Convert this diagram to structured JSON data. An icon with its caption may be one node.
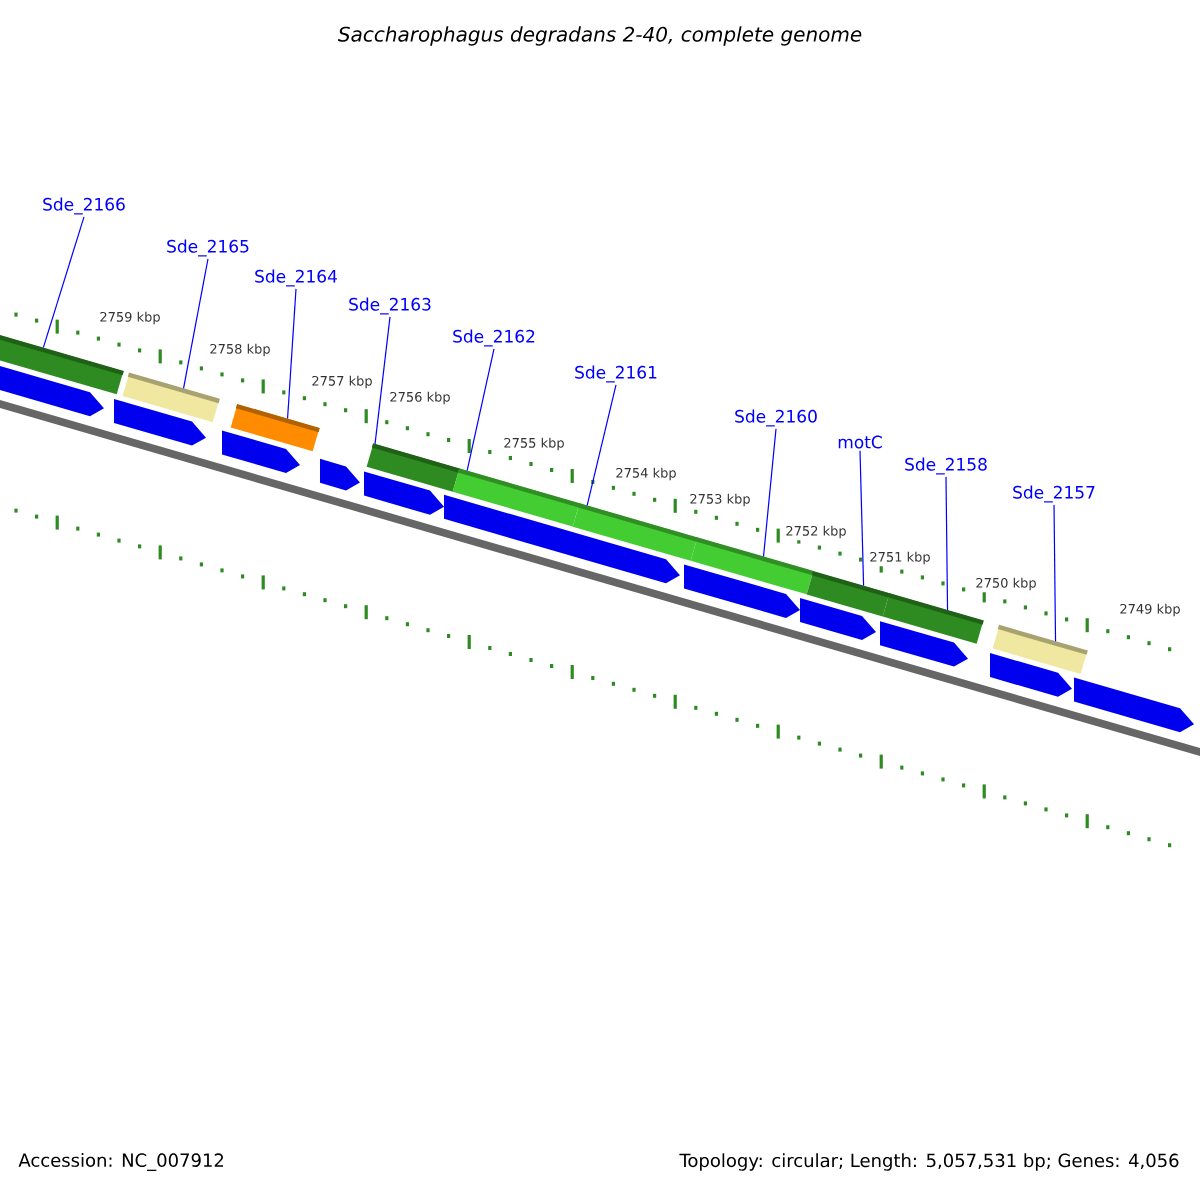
{
  "diagram": {
    "title": "Saccharophagus degradans 2-40, complete genome",
    "nodes": [
      {
        "text": [
          "Sde_2166"
        ]
      },
      {
        "text": [
          "Sde_2165"
        ]
      },
      {
        "text": [
          "Sde_2164"
        ]
      },
      {
        "text": [
          "Sde_2163"
        ]
      },
      {
        "text": [
          "Sde_2162"
        ]
      },
      {
        "text": [
          "Sde_2161"
        ]
      },
      {
        "text": [
          "Sde_2160"
        ]
      },
      {
        "text": [
          "motC"
        ]
      },
      {
        "text": [
          "Sde_2158"
        ]
      },
      {
        "text": [
          "Sde_2157"
        ]
      },
      {
        "text": [],
        "shape": "bar"
      },
      {
        "text": [],
        "shape": "bar"
      },
      {
        "text": [],
        "shape": "bar"
      },
      {
        "text": [],
        "shape": "bar"
      },
      {
        "text": [],
        "shape": "bar"
      },
      {
        "text": [],
        "shape": "bar"
      },
      {
        "text": [],
        "shape": "bar"
      },
      {
        "text": [],
        "shape": "bar"
      },
      {
        "text": [],
        "shape": "bar"
      },
      {
        "text": [],
        "shape": "bar"
      }
    ],
    "edges": [
      {
        "from": 0,
        "to": 10,
        "arrow": "none"
      },
      {
        "from": 1,
        "to": 11,
        "arrow": "none"
      },
      {
        "from": 2,
        "to": 12,
        "arrow": "none"
      },
      {
        "from": 3,
        "to": 13,
        "arrow": "none"
      },
      {
        "from": 4,
        "to": 14,
        "arrow": "none"
      },
      {
        "from": 5,
        "to": 15,
        "arrow": "none"
      },
      {
        "from": 6,
        "to": 16,
        "arrow": "none"
      },
      {
        "from": 7,
        "to": 17,
        "arrow": "none"
      },
      {
        "from": 8,
        "to": 18,
        "arrow": "none"
      },
      {
        "from": 9,
        "to": 19,
        "arrow": "none"
      }
    ],
    "labels": [
      "2759 kbp",
      "2758 kbp",
      "2757 kbp",
      "2756 kbp",
      "2755 kbp",
      "2754 kbp",
      "2753 kbp",
      "2752 kbp",
      "2751 kbp",
      "2750 kbp",
      "2749 kbp",
      "Accession: NC_007912",
      "Topology: circular; Length: 5,057,531 bp; Genes: 4,056"
    ]
  }
}
